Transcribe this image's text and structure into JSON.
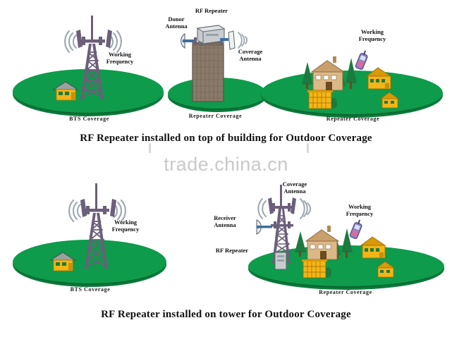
{
  "diagram": {
    "watermark": "trade.china.cn",
    "colors": {
      "ground_green": "#0e9b4b",
      "ground_shadow": "#0a7a3a",
      "tower": "#6b5f7a",
      "signal_wave": "#9aa7b0",
      "building": "#8a7a6a",
      "house_yellow": "#f5b417",
      "house_beige": "#d9b380",
      "tree_green": "#1d7a3e",
      "repeater_box": "#c8ccd0",
      "text": "#111111",
      "watermark_gray": "#c9c9c9"
    },
    "rows": [
      {
        "id": "row-top",
        "banner": "RF Repeater installed on top of building for Outdoor Coverage",
        "panels": [
          {
            "id": "bts-outdoor",
            "caption": "BTS  Coverage",
            "labels": [
              {
                "name": "working-frequency",
                "text": "Working\nFrequency",
                "line1": "Working",
                "line2": "Frequency"
              }
            ]
          },
          {
            "id": "repeater-on-building",
            "caption": "Repeater  Coverage",
            "labels": [
              {
                "name": "donor-antenna",
                "line1": "Donor",
                "line2": "Antenna"
              },
              {
                "name": "rf-repeater",
                "line1": "RF Repeater",
                "line2": ""
              },
              {
                "name": "coverage-antenna",
                "line1": "Coverage",
                "line2": "Antenna"
              }
            ]
          },
          {
            "id": "repeater-coverage-area",
            "caption": "Repeater  Coverage",
            "labels": [
              {
                "name": "working-frequency",
                "line1": "Working",
                "line2": "Frequency"
              }
            ]
          }
        ]
      },
      {
        "id": "row-bottom",
        "banner": "RF Repeater installed on tower for Outdoor Coverage",
        "panels": [
          {
            "id": "bts-outdoor-2",
            "caption": "BTS  Coverage",
            "labels": [
              {
                "name": "working-frequency",
                "line1": "Working",
                "line2": "Frequency"
              }
            ]
          },
          {
            "id": "repeater-on-tower",
            "caption": "Repeater Coverage",
            "labels": [
              {
                "name": "coverage-antenna",
                "line1": "Coverage",
                "line2": "Antenna"
              },
              {
                "name": "receiver-antenna",
                "line1": "Receiver",
                "line2": "Antenna"
              },
              {
                "name": "rf-repeater",
                "line1": "RF Repeater",
                "line2": ""
              },
              {
                "name": "working-frequency",
                "line1": "Working",
                "line2": "Frequency"
              }
            ]
          }
        ]
      }
    ]
  }
}
